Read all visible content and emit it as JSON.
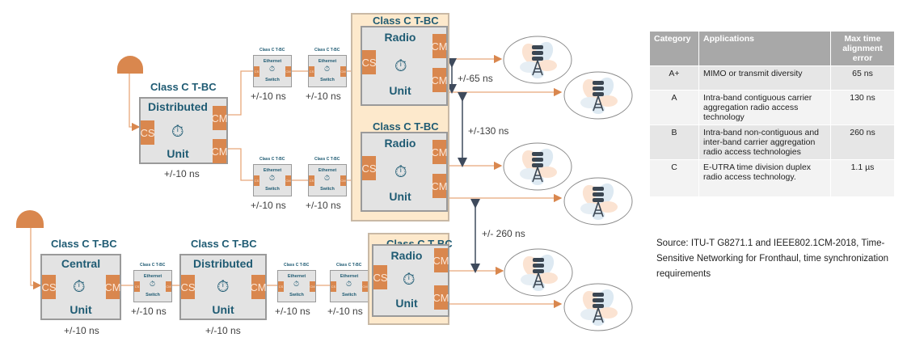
{
  "diagram": {
    "colors": {
      "accent_orange": "#d9874e",
      "title_blue": "#1f5b73",
      "radio_group_bg": "#fde9cc",
      "arrow_dark": "#3e4a5c"
    },
    "top_du": {
      "class_label": "Class C T-BC",
      "title_top": "Distributed",
      "title_bottom": "Unit",
      "cs": "CS",
      "cm": "CM",
      "error": "+/-10 ns"
    },
    "switches": [
      {
        "class_label": "Class C T-BC",
        "line1": "Ethernet",
        "line2": "Switch",
        "cs": "CS",
        "cm": "CM",
        "error": "+/-10 ns"
      },
      {
        "class_label": "Class C T-BC",
        "line1": "Ethernet",
        "line2": "Switch",
        "cs": "CS",
        "cm": "CM",
        "error": "+/-10 ns"
      },
      {
        "class_label": "Class C T-BC",
        "line1": "Ethernet",
        "line2": "Switch",
        "cs": "CS",
        "cm": "CM",
        "error": "+/-10 ns"
      },
      {
        "class_label": "Class C T-BC",
        "line1": "Ethernet",
        "line2": "Switch",
        "cs": "CS",
        "cm": "CM",
        "error": "+/-10 ns"
      },
      {
        "class_label": "Class C T-BC",
        "line1": "Ethernet",
        "line2": "Switch",
        "cs": "CS",
        "cm": "CM",
        "error": "+/-10 ns"
      },
      {
        "class_label": "Class C T-BC",
        "line1": "Ethernet",
        "line2": "Switch",
        "cs": "CS",
        "cm": "CM",
        "error": "+/-10 ns"
      },
      {
        "class_label": "Class C T-BC",
        "line1": "Ethernet",
        "line2": "Switch",
        "cs": "CS",
        "cm": "CM",
        "error": "+/-10 ns"
      }
    ],
    "radio_units": [
      {
        "class_label": "Class C T-BC",
        "title_top": "Radio",
        "title_bottom": "Unit",
        "cs": "CS",
        "cm1": "CM",
        "cm2": "CM"
      },
      {
        "class_label": "Class C T-BC",
        "title_top": "Radio",
        "title_bottom": "Unit",
        "cs": "CS",
        "cm1": "CM",
        "cm2": "CM"
      },
      {
        "class_label": "Class C T-BC",
        "title_top": "Radio",
        "title_bottom": "Unit",
        "cs": "CS",
        "cm1": "CM",
        "cm2": "CM"
      }
    ],
    "bottom_cu": {
      "class_label": "Class C T-BC",
      "title_top": "Central",
      "title_bottom": "Unit",
      "cs": "CS",
      "cm": "CM",
      "error": "+/-10 ns"
    },
    "bottom_du": {
      "class_label": "Class C T-BC",
      "title_top": "Distributed",
      "title_bottom": "Unit",
      "cs": "CS",
      "cm": "CM",
      "error": "+/-10 ns"
    },
    "alignment_labels": {
      "a65": "+/-65 ns",
      "a130": "+/-130 ns",
      "a260": "+/- 260 ns"
    },
    "antenna_count": 6
  },
  "table": {
    "headers": [
      "Category",
      "Applications",
      "Max time alignment error"
    ],
    "rows": [
      {
        "category": "A+",
        "application": "MIMO or transmit diversity",
        "max_error": "65 ns"
      },
      {
        "category": "A",
        "application": "Intra-band contiguous carrier aggregation radio access technology",
        "max_error": "130 ns"
      },
      {
        "category": "B",
        "application": "Intra-band non-contiguous and inter-band carrier aggregation radio access technologies",
        "max_error": "260 ns"
      },
      {
        "category": "C",
        "application": "E-UTRA time division duplex radio access technology.",
        "max_error": "1.1 µs"
      }
    ]
  },
  "source_note": "Source: ITU-T G8271.1 and IEEE802.1CM-2018, Time-Sensitive Networking for Fronthaul, time synchronization requirements"
}
